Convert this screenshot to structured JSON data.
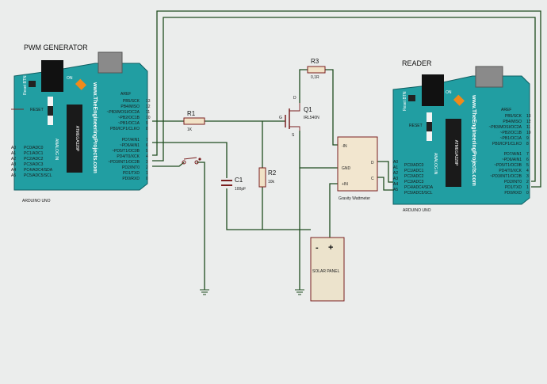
{
  "colors": {
    "background": "#ebedec",
    "board": "#219ea2",
    "wire": "#1f4d1f",
    "component": "#7a1f1f",
    "wattmeter_fill": "#f2e6cf",
    "solar_fill": "#ece3cc"
  },
  "left_board": {
    "title": "PWM GENERATOR",
    "bottom_label": "ARDUINO UNO",
    "website": "www.TheEngineeringProjects.com",
    "aref": "AREF",
    "reset": "RESET",
    "reset_btn": "Reset BTN",
    "on": "ON",
    "analog_in": "ANALOG IN",
    "chip": "ATMEGA328P",
    "top_right_pins": [
      "PB5/SCK",
      "PB4/MISO",
      "~PB3/MOSI/OC2A",
      "~PB2/OC1B",
      "~PB1/OC1A",
      "PB0/ICP1/CLKO"
    ],
    "top_right_nums": [
      "13",
      "12",
      "11",
      "10",
      "9",
      "8"
    ],
    "bottom_right_pins": [
      "PD7/AIN1",
      "~PD6/AIN1",
      "~PD5/T1/OC0B",
      "PD4/T0/XCK",
      "~PD3/INT1/OC2B",
      "PD2/INT0",
      "PD1/TXD",
      "PD0/RXD"
    ],
    "bottom_right_nums": [
      "7",
      "6",
      "5",
      "4",
      "3",
      "2",
      "1",
      "0"
    ],
    "left_pins": [
      "PC0/ADC0",
      "PC1/ADC1",
      "PC2/ADC2",
      "PC3/ADC3",
      "PC4/ADC4/SDA",
      "PC5/ADC5/SCL"
    ],
    "left_nums": [
      "A0",
      "A1",
      "A2",
      "A3",
      "A4",
      "A5"
    ]
  },
  "right_board": {
    "title": "READER",
    "bottom_label": "ARDUINO UNO",
    "website": "www.TheEngineeringProjects.com",
    "aref": "AREF",
    "reset": "RESET",
    "reset_btn": "Reset BTN",
    "on": "ON",
    "analog_in": "ANALOG IN",
    "chip": "ATMEGA328P",
    "top_right_pins": [
      "PB5/SCK",
      "PB4/MISO",
      "~PB3/MOSI/OC2A",
      "~PB2/OC1B",
      "~PB1/OC1A",
      "PB0/ICP1/CLKO"
    ],
    "top_right_nums": [
      "13",
      "12",
      "11",
      "10",
      "9",
      "8"
    ],
    "bottom_right_pins": [
      "PD7/AIN1",
      "~PD6/AIN1",
      "~PD5/T1/OC0B",
      "PD4/T0/XCK",
      "~PD3/INT1/OC2B",
      "PD2/INT0",
      "PD1/TXD",
      "PD0/RXD"
    ],
    "bottom_right_nums": [
      "7",
      "6",
      "5",
      "4",
      "3",
      "2",
      "1",
      "0"
    ],
    "left_pins": [
      "PC0/ADC0",
      "PC1/ADC1",
      "PC2/ADC2",
      "PC3/ADC3",
      "PC4/ADC4/SDA",
      "PC5/ADC5/SCL"
    ],
    "left_nums": [
      "A0",
      "A1",
      "A2",
      "A3",
      "A4",
      "A5"
    ]
  },
  "components": {
    "r1_name": "R1",
    "r1_value": "1K",
    "r2_name": "R2",
    "r2_value": "10k",
    "r3_name": "R3",
    "r3_value": "0,1R",
    "c1_name": "C1",
    "c1_value": "100pF",
    "q1_name": "Q1",
    "q1_value": "IRL540N",
    "q1_d": "D",
    "q1_g": "G",
    "q1_s": "S",
    "wattmeter_label": "Gravity Wattmeter",
    "wattmeter_pins": [
      "-IN",
      "GND",
      "+IN"
    ],
    "wattmeter_right_pins": [
      "D",
      "C"
    ],
    "solar_label": "SOLAR PANEL",
    "solar_minus": "-",
    "solar_plus": "+"
  }
}
